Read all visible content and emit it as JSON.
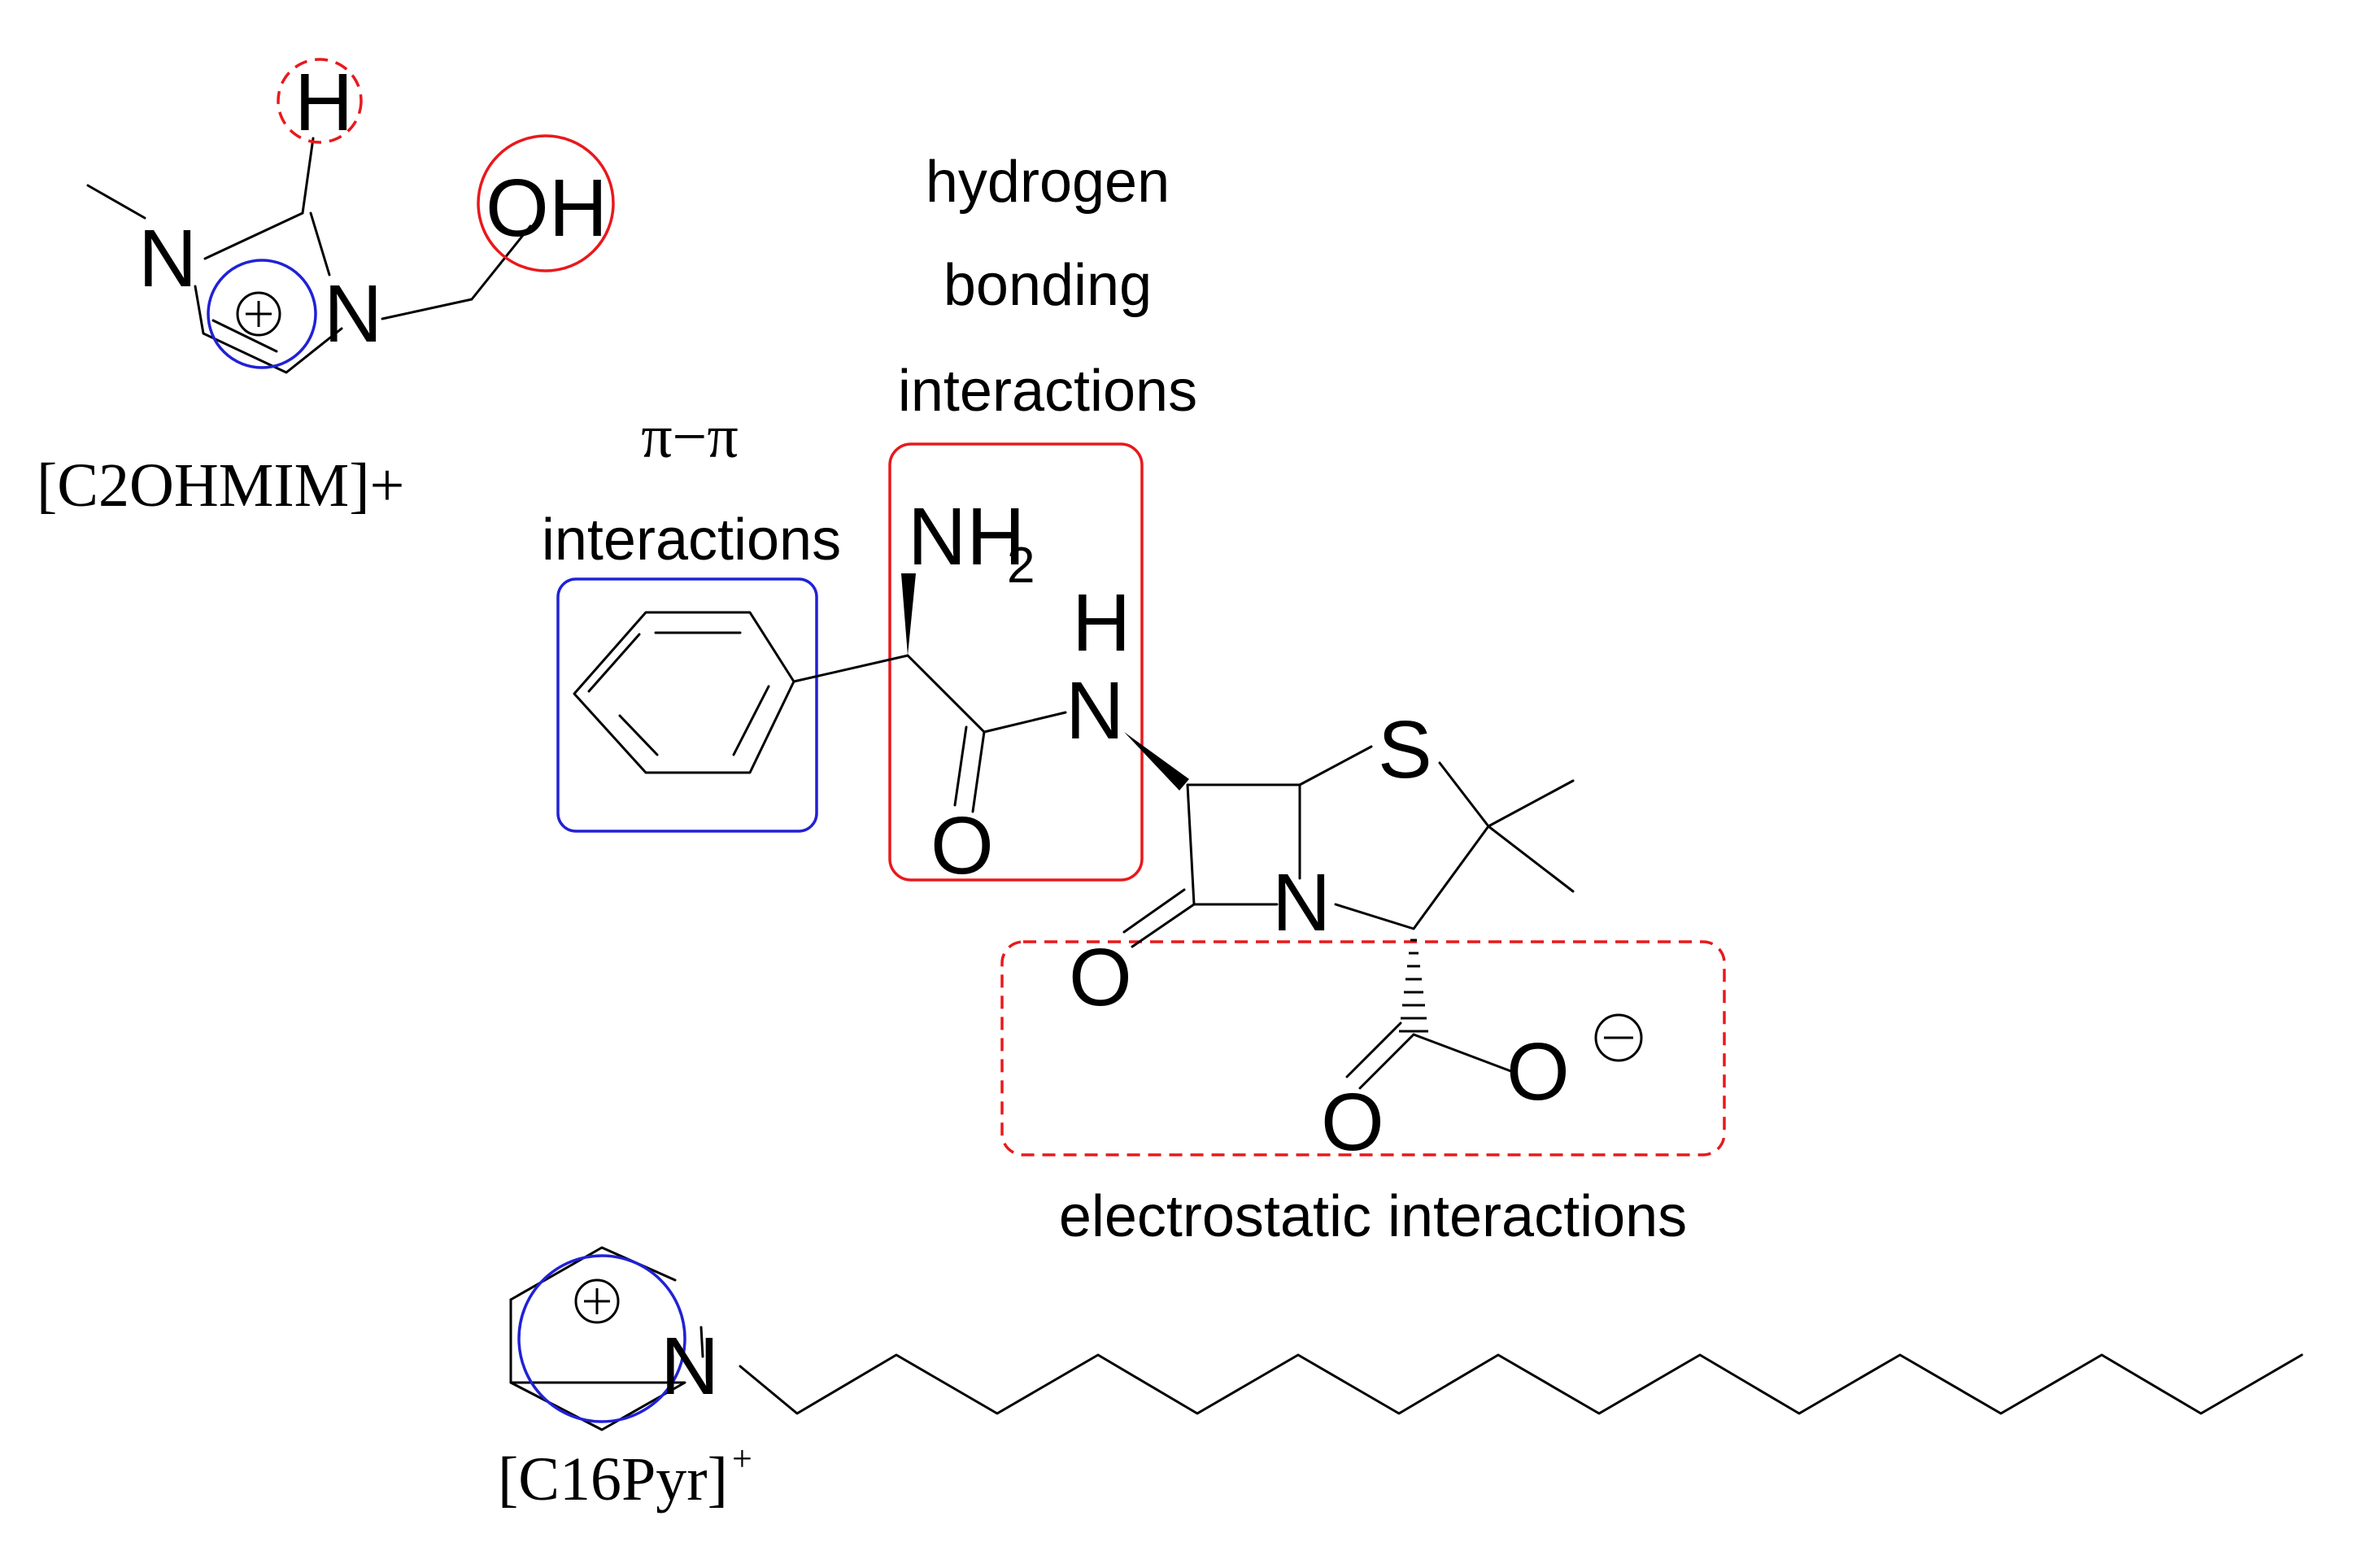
{
  "labels": {
    "hydrogen_bonding": [
      "hydrogen",
      "bonding",
      "interactions"
    ],
    "pi_pi": [
      "π−π",
      "interactions"
    ],
    "electrostatic": "electrostatic interactions"
  },
  "cation1": {
    "name": "[C2OHMIM]+",
    "atoms": {
      "n1": "N",
      "n3": "N",
      "h": "H",
      "oh": "OH"
    },
    "charge": "+"
  },
  "cation2": {
    "name": "[C16Pyr]",
    "name_sup": "+",
    "atoms": {
      "n": "N"
    },
    "charge": "+"
  },
  "ampicillin": {
    "atoms": {
      "nh2": "NH",
      "nh2_sub": "2",
      "amide_h": "H",
      "amide_n": "N",
      "amide_o": "O",
      "s": "S",
      "ring_n": "N",
      "lactam_o": "O",
      "carboxyl_o1": "O",
      "carboxyl_o2": "O"
    },
    "charge": "−"
  },
  "colors": {
    "red": "#e8191c",
    "blue": "#2121d6",
    "black": "#000000"
  }
}
